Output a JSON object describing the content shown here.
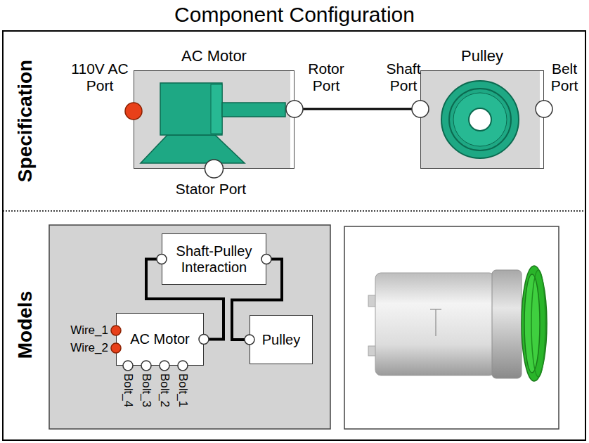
{
  "diagram": {
    "title": "Component Configuration",
    "nodes": [
      {
        "text": [
          "AC Motor"
        ]
      },
      {
        "text": [
          "Pulley"
        ]
      },
      {
        "text": [
          "Shaft-Pulley Interaction"
        ]
      },
      {
        "text": [
          "AC Motor"
        ]
      },
      {
        "text": [
          "Pulley"
        ]
      }
    ],
    "edges": [
      {
        "from": 0,
        "to": 1,
        "arrow": "none"
      },
      {
        "from": 3,
        "to": 2,
        "arrow": "none"
      },
      {
        "from": 2,
        "to": 4,
        "arrow": "none"
      }
    ],
    "labels": [
      "Specification",
      "110V AC Port",
      "Rotor Port",
      "Shaft Port",
      "Belt Port",
      "Stator Port",
      "Models",
      "Wire_1",
      "Wire_2",
      "Bolt_4",
      "Bolt_3",
      "Bolt_2",
      "Bolt_1"
    ]
  }
}
